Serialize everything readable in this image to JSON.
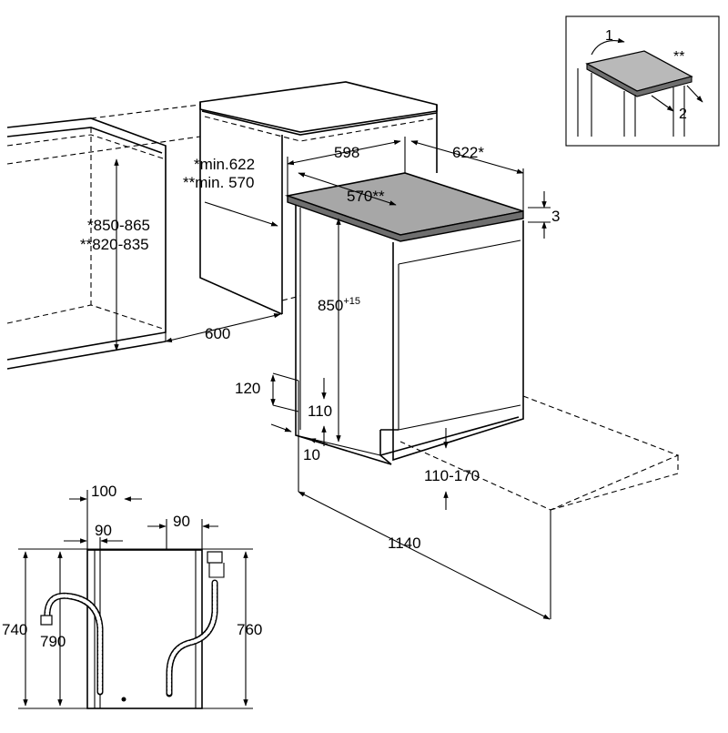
{
  "diagram": {
    "main_dimensions": {
      "depth_cabinet_star": "*min.622",
      "depth_cabinet_double_star": "**min. 570",
      "height_niche_star": "*850-865",
      "height_niche_double_star": "**820-835",
      "niche_width": "600",
      "appliance_width": "598",
      "depth_star": "622*",
      "depth_double_star": "570**",
      "worktop_gap": "3",
      "appliance_height": "850",
      "appliance_height_superscript": "+15",
      "plinth_height": "120",
      "foot_height": "110",
      "foot_inset": "10",
      "plinth_adjust": "110-170",
      "door_open_depth": "1140"
    },
    "inset": {
      "step_1": "1",
      "step_2": "2",
      "note": "**"
    },
    "connections": {
      "left_offset": "100",
      "inlet_offset": "90",
      "drain_offset": "90",
      "height_left_outer": "740",
      "height_left_inner": "790",
      "height_right": "760"
    }
  }
}
